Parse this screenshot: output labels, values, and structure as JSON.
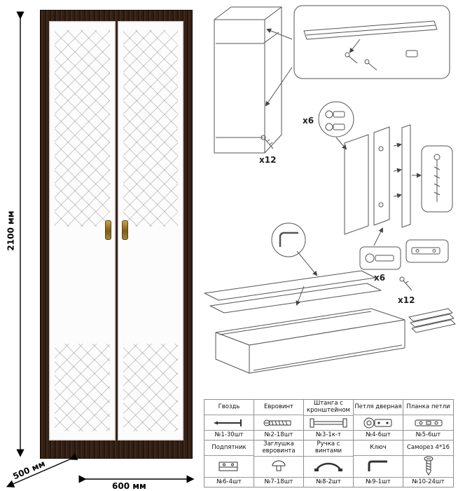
{
  "dimensions": {
    "height": "2100 мм",
    "depth": "500 мм",
    "width": "600 мм"
  },
  "assembly": {
    "qty": {
      "screws_upper": "x12",
      "hinges_upper": "x6",
      "hinges_lower": "x6",
      "screws_lower": "x12"
    }
  },
  "parts": [
    {
      "name": "Гвоздь",
      "count": "№1-30шт",
      "icon": "nail-icon"
    },
    {
      "name": "Евровинт",
      "count": "№2-18шт",
      "icon": "euroscrew-icon"
    },
    {
      "name": "Штанга с кронштейном",
      "count": "№3-1к-т",
      "icon": "rod-icon"
    },
    {
      "name": "Петля дверная",
      "count": "№4-6шт",
      "icon": "door-hinge-icon"
    },
    {
      "name": "Планка петли",
      "count": "№5-6шт",
      "icon": "hinge-plate-icon"
    },
    {
      "name": "Подпятник",
      "count": "№6-4шт",
      "icon": "foot-icon"
    },
    {
      "name": "Заглушка евровинта",
      "count": "№7-18шт",
      "icon": "screw-cap-icon"
    },
    {
      "name": "Ручка с винтами",
      "count": "№8-2шт",
      "icon": "handle-icon"
    },
    {
      "name": "Ключ",
      "count": "№9-1шт",
      "icon": "key-icon"
    },
    {
      "name": "Саморез 4*16",
      "count": "№10-24шт",
      "icon": "screw-icon"
    }
  ]
}
